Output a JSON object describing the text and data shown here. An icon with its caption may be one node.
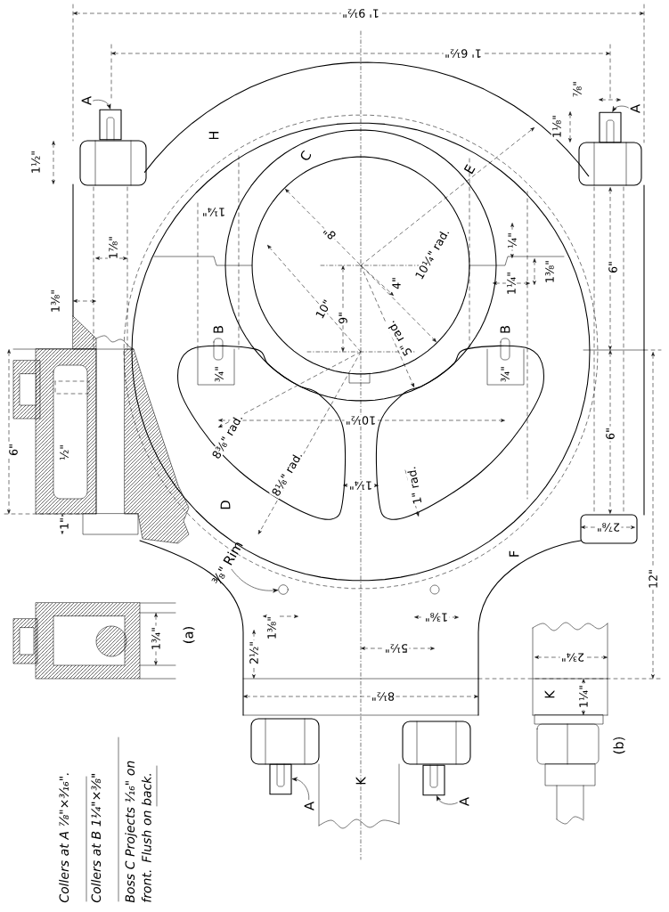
{
  "diagram": {
    "nodes": [
      {
        "text": [
          "A"
        ]
      },
      {
        "text": [
          "A"
        ]
      },
      {
        "text": [
          "A"
        ]
      },
      {
        "text": [
          "A"
        ]
      },
      {
        "text": [],
        "shape": "box"
      },
      {
        "text": [],
        "shape": "box"
      },
      {
        "text": [],
        "shape": "box"
      },
      {
        "text": [],
        "shape": "box"
      },
      {
        "text": [
          "⅜\" Rim"
        ]
      },
      {
        "text": [],
        "shape": "circle"
      }
    ],
    "edges": [
      {
        "from": 0,
        "to": 4,
        "arrow": "to"
      },
      {
        "from": 1,
        "to": 5,
        "arrow": "to"
      },
      {
        "from": 2,
        "to": 6,
        "arrow": "to"
      },
      {
        "from": 3,
        "to": 7,
        "arrow": "to"
      },
      {
        "from": 8,
        "to": 9,
        "arrow": "to"
      }
    ],
    "labels": [
      "1' 9½\"",
      "1' 6½\"",
      "H",
      "C",
      "E",
      "1½\"",
      "1⅛\"",
      "⅞\"",
      "1¼\"",
      "8\"",
      "10¼\" rad.",
      "1⅞\"",
      "1⅜\"",
      "10\"",
      "4\"",
      "9\"",
      "5\" rad.",
      "¼\"",
      "1¼\"",
      "1⅜\"",
      "6\"",
      "6\"",
      "½\"",
      "B",
      "¾\"",
      "B",
      "¾\"",
      "10½\"",
      "8⅜\" rad.",
      "8⅛\" rad.",
      "D",
      "1¼\"",
      "1\" rad.",
      "6\"",
      "1\"",
      "F",
      "2⅞\"",
      "12\"",
      "2½\"",
      "1⅜\"",
      "1⅜\"",
      "5½\"",
      "8½\"",
      "1¾\"",
      "(a)",
      "2¾\"",
      "K",
      "1¼\"",
      "(b)",
      "K",
      "Collers at A ⅞\"×³⁄₁₆\".",
      "Collers at B 1¼\"×⅜\"",
      "Boss C Projects ¹⁄₁₆\" on front. Flush on back."
    ]
  }
}
